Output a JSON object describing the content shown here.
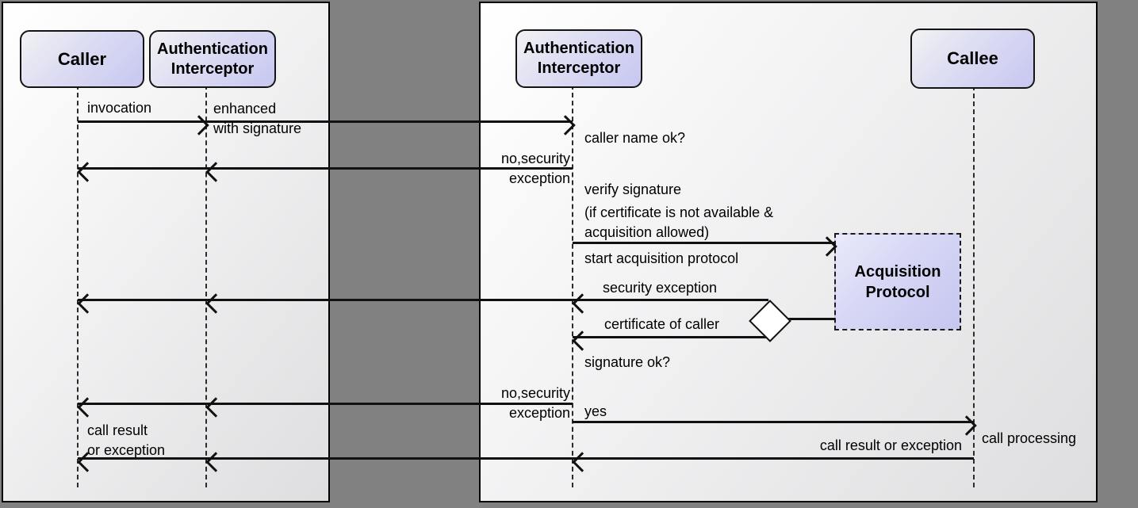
{
  "diagram_type": "uml-sequence-diagram",
  "actors": {
    "caller": "Caller",
    "interceptor_left": "Authentication Interceptor",
    "interceptor_right": "Authentication Interceptor",
    "callee": "Callee",
    "acquisition_protocol": "Acquisition Protocol"
  },
  "messages": {
    "invocation": "invocation",
    "enhanced": [
      "enhanced",
      "with signature"
    ],
    "no_security_top": [
      "no,security",
      "exception"
    ],
    "caller_name_ok": "caller name ok?",
    "verify_signature": "verify signature",
    "if_certificate_note": [
      "(if certificate is not available &",
      "acquisition allowed)"
    ],
    "start_acquisition": "start acquisition protocol",
    "security_exception": "security exception",
    "certificate_of_caller": "certificate of caller",
    "signature_ok": "signature ok?",
    "no_security_bottom": [
      "no,security",
      "exception"
    ],
    "yes": "yes",
    "call_processing": "call processing",
    "call_result_right": "call result or exception",
    "call_result_left": [
      "call result",
      "or exception"
    ]
  },
  "colors": {
    "canvas_background": "#818181",
    "panel_fill_light": "#ffffff",
    "panel_fill_dark": "#dedee0",
    "panel_border": "#000000",
    "actor_fill_light": "#f2f2f3",
    "actor_fill_lavender": "#c7c7f1",
    "actor_border": "#141414",
    "message_line": "#111111"
  }
}
